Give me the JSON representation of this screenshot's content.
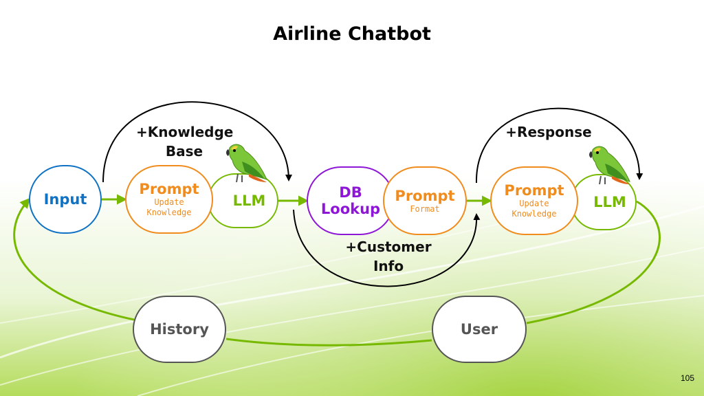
{
  "title": "Airline Chatbot",
  "slide_number": "105",
  "nodes": {
    "input": {
      "label": "Input"
    },
    "prompt1": {
      "label": "Prompt",
      "sub1": "Update",
      "sub2": "Knowledge"
    },
    "llm1": {
      "label": "LLM"
    },
    "db": {
      "line1": "DB",
      "line2": "Lookup"
    },
    "prompt2": {
      "label": "Prompt",
      "sub": "Format"
    },
    "prompt3": {
      "label": "Prompt",
      "sub1": "Update",
      "sub2": "Knowledge"
    },
    "llm2": {
      "label": "LLM"
    },
    "history": {
      "label": "History"
    },
    "user": {
      "label": "User"
    }
  },
  "edge_labels": {
    "knowledge": {
      "line1": "+Knowledge",
      "line2": "Base"
    },
    "customer": {
      "line1": "+Customer",
      "line2": "Info"
    },
    "response": {
      "line1": "+Response"
    }
  },
  "icons": {
    "llm_mascot": "parrot-icon"
  },
  "colors": {
    "input": "#0f72c4",
    "prompt": "#f08c1e",
    "llm": "#76b900",
    "db": "#8e16d6",
    "history": "#555555",
    "flow_arrow": "#76b900",
    "black_arrow": "#000000"
  }
}
